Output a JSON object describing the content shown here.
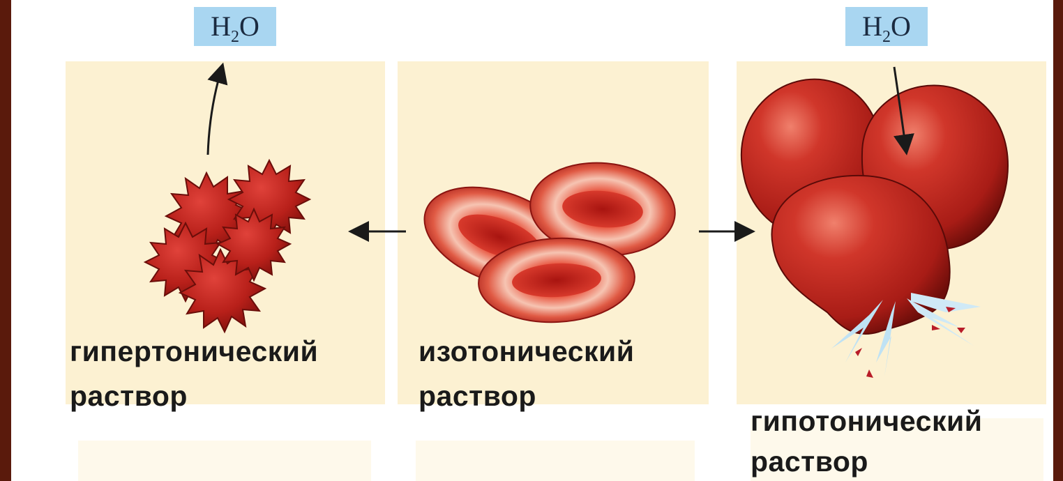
{
  "molecule": {
    "base": "H",
    "subscript": "2",
    "suffix": "O"
  },
  "panels": [
    {
      "line1": "гипертонический",
      "line2": "раствор"
    },
    {
      "line1": "изотонический",
      "line2": "раствор"
    },
    {
      "line1": "гипотонический",
      "line2": "раствор"
    }
  ],
  "colors": {
    "frame": "#5a1a0c",
    "panel": "#fcf1d2",
    "h2o_box": "#a9d6f1",
    "cell": "#c8281e",
    "cell_dark": "#8c1410",
    "cell_light": "#f4b0a0",
    "burst_water": "#bfe2f4"
  }
}
